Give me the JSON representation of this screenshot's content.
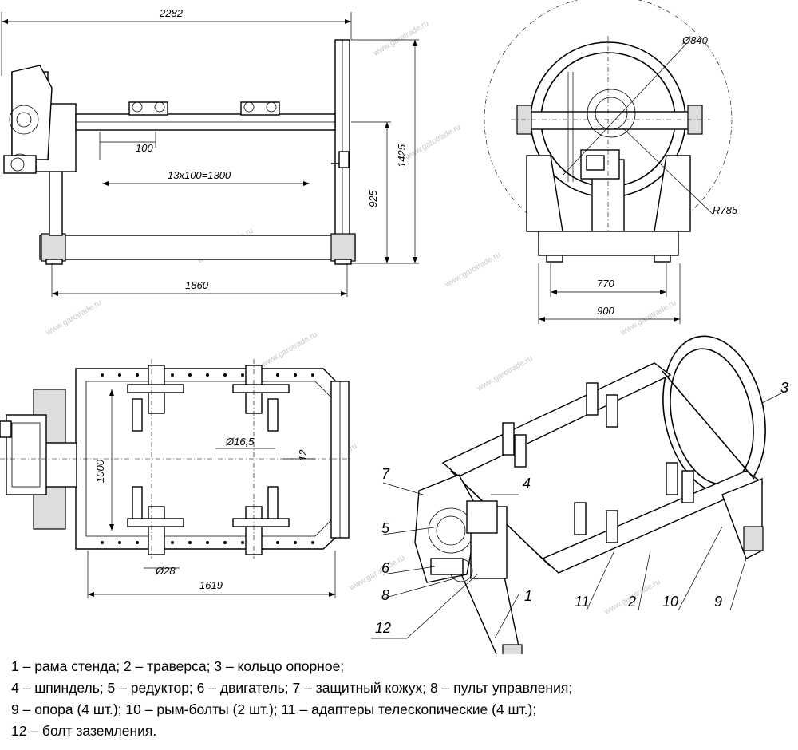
{
  "dimensions": {
    "side_total_length": "2282",
    "side_height": "1425",
    "side_spindle_height": "925",
    "side_base_length": "1860",
    "side_pitch": "100",
    "side_holes": "13x100=1300",
    "front_ring_diameter": "Ø840",
    "front_radius": "R785",
    "front_inner_width": "770",
    "front_outer_width": "900",
    "top_hole_diameter": "Ø16,5",
    "top_offset": "12",
    "top_width": "1000",
    "top_adapter_diameter": "Ø28",
    "top_length": "1619"
  },
  "callouts": [
    "1",
    "2",
    "3",
    "4",
    "5",
    "6",
    "7",
    "8",
    "9",
    "10",
    "11",
    "12"
  ],
  "watermark": "www.garotrade.ru",
  "legend": [
    "1 – рама стенда; 2 – траверса; 3 – кольцо опорное;",
    "4 – шпиндель; 5 – редуктор; 6 – двигатель; 7 – защитный кожух; 8 – пульт управления;",
    "9 – опора (4 шт.); 10 – рым-болты (2 шт.); 11 – адаптеры телескопические (4 шт.);",
    "12 – болт заземления."
  ]
}
